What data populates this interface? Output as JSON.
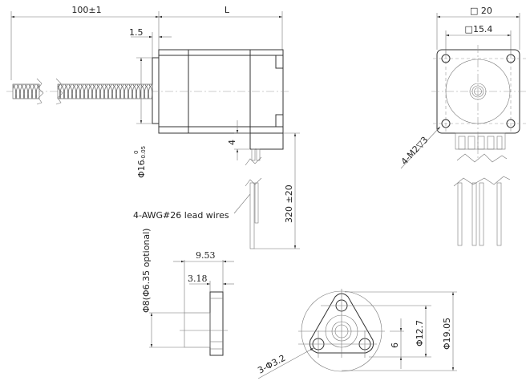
{
  "title": "Stepper motor with lead screw - dimension drawing",
  "side_view": {
    "screw_length": "100±1",
    "motor_length": "L",
    "boss_height": "1.5",
    "boss_diameter": "Φ16",
    "boss_tolerance_upper": "0",
    "boss_tolerance_lower": "-0.05",
    "connector_offset": "4",
    "wire_length": "320 ±20",
    "wire_label": "4-AWG#26  lead wires"
  },
  "front_view": {
    "body_square": "□ 20",
    "hole_square": "□15.4",
    "mount_holes": "4-M2▽3"
  },
  "nut_side": {
    "nut_length": "9.53",
    "flange_thickness": "3.18",
    "bore": "Φ8(Φ6.35  optional)"
  },
  "nut_front": {
    "hole_callout": "3-Φ3.2",
    "hole_offset": "6",
    "hole_circle": "Φ12.7",
    "flange_diameter": "Φ19.05"
  }
}
